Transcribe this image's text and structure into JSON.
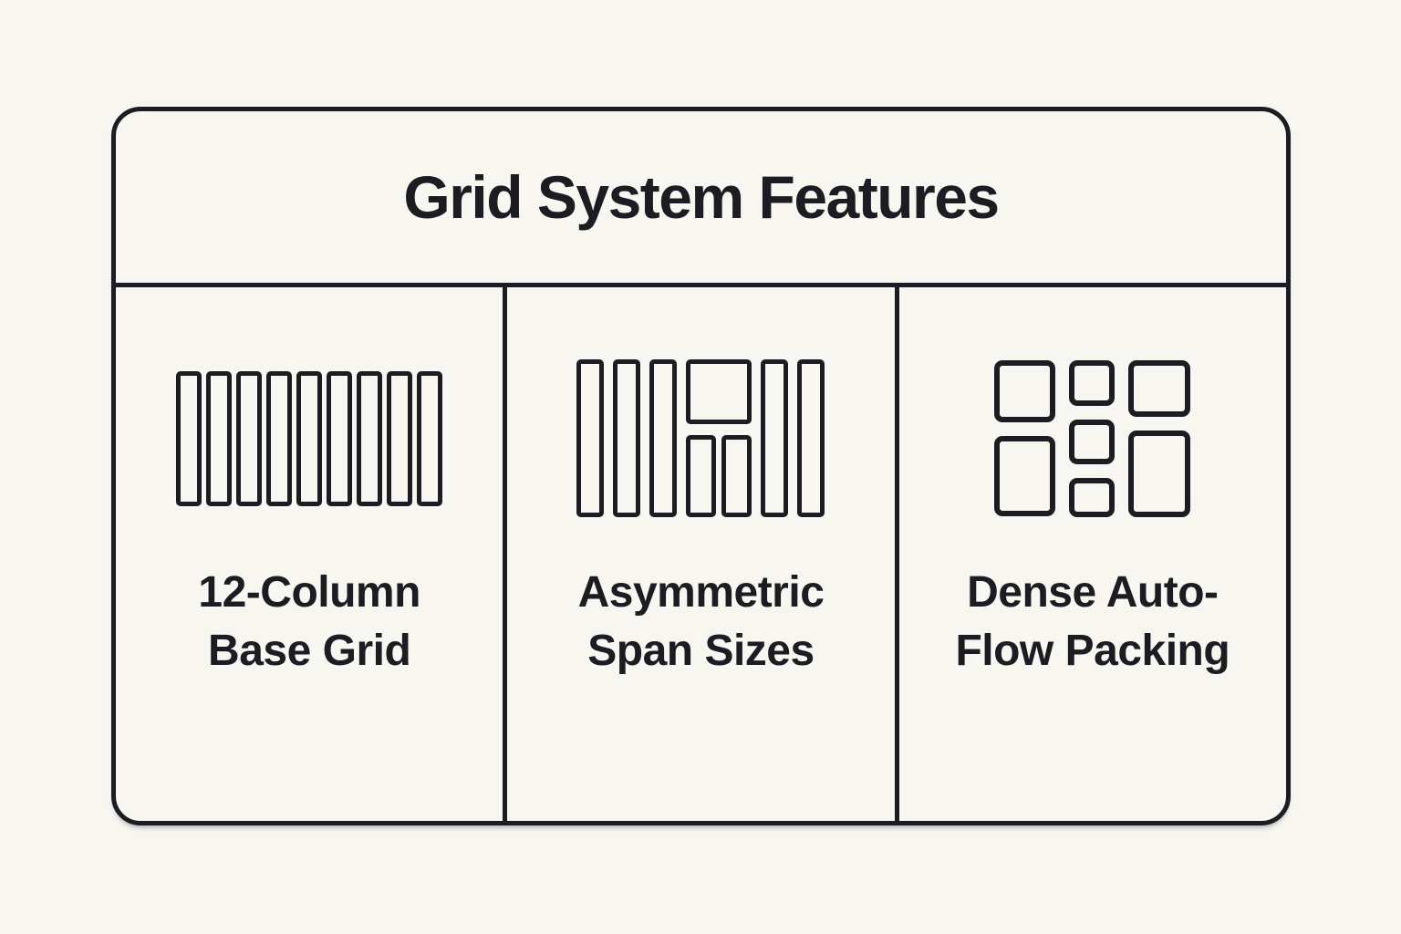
{
  "theme": {
    "background": "#f8f6f0",
    "stroke_color": "#1c1d23",
    "text_color": "#1c1d23"
  },
  "card": {
    "title": "Grid System Features",
    "panels": [
      {
        "icon": "twelve-column-grid-icon",
        "label": "12-Column\nBase Grid"
      },
      {
        "icon": "asymmetric-span-icon",
        "label": "Asymmetric\nSpan Sizes"
      },
      {
        "icon": "dense-autoflow-icon",
        "label": "Dense Auto-\nFlow Packing"
      }
    ]
  }
}
